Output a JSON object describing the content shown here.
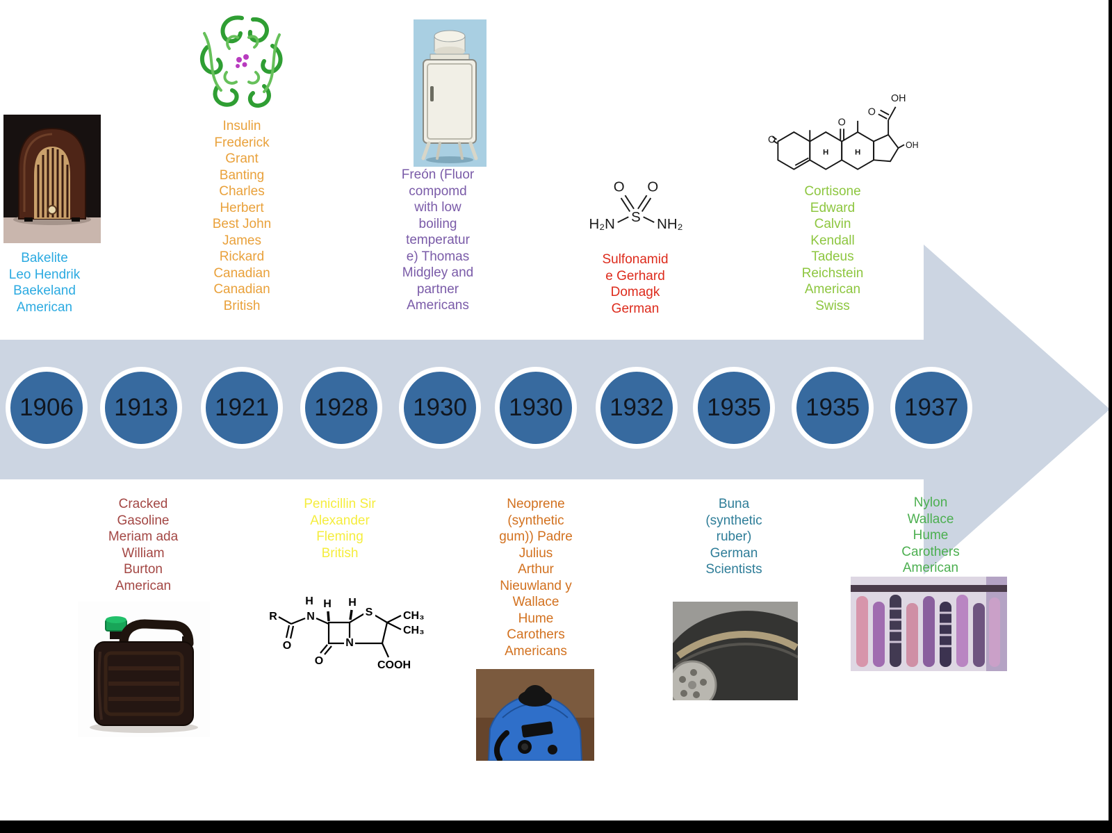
{
  "palette": {
    "arrow": "#ccd5e2",
    "circle": "#376a9f",
    "bakelite": "#2baae1",
    "insulin": "#e9a13b",
    "freon": "#7a5ba8",
    "sulfonamide": "#dd2b1c",
    "cortisone": "#8dc63f",
    "gasoline": "#a34744",
    "penicillin": "#f5ed3e",
    "neoprene": "#d2711f",
    "buna": "#2e7d98",
    "nylon": "#4caf50"
  },
  "timeline": {
    "years": [
      "1906",
      "1913",
      "1921",
      "1928",
      "1930",
      "1930",
      "1932",
      "1935",
      "1935",
      "1937"
    ]
  },
  "entries": {
    "bakelite": {
      "text": "Bakelite\nLeo Hendrik\nBaekeland\nAmerican",
      "color": "#2baae1",
      "image": "vintage-radio-photo"
    },
    "insulin": {
      "text": "Insulin\nFrederick\nGrant\nBanting\nCharles\nHerbert\nBest John\nJames\nRickard\nCanadian\nCanadian\nBritish",
      "color": "#e9a13b",
      "image": "insulin-protein-image"
    },
    "freon": {
      "text": "Freón (Fluor\ncompomd\nwith low\nboiling\ntemperatur\ne) Thomas\nMidgley and\npartner\nAmericans",
      "color": "#7a5ba8",
      "image": "refrigerator-photo"
    },
    "sulfonamide": {
      "text": "Sulfonamid\ne Gerhard\nDomagk\nGerman",
      "color": "#dd2b1c",
      "image": "sulfonamide-structure"
    },
    "cortisone": {
      "text": "Cortisone\nEdward\nCalvin\nKendall\nTadeus\nReichstein\nAmerican\nSwiss",
      "color": "#8dc63f",
      "image": "cortisone-structure"
    },
    "gasoline": {
      "text": "Cracked\nGasoline\nMeriam ada\nWilliam\nBurton\nAmerican",
      "color": "#a34744",
      "image": "jerrycan-photo"
    },
    "penicillin": {
      "text": "Penicillin Sir\nAlexander\nFleming\nBritish",
      "color": "#f5ed3e",
      "image": "penicillin-structure"
    },
    "neoprene": {
      "text": "Neoprene\n(synthetic\ngum)) Padre\nJulius\nArthur\nNieuwland y\nWallace\nHume\nCarothers\nAmericans",
      "color": "#d2711f",
      "image": "wetsuit-photo"
    },
    "buna": {
      "text": "Buna\n(synthetic\nruber)\nGerman\nScientists",
      "color": "#2e7d98",
      "image": "tire-photo"
    },
    "nylon": {
      "text": "Nylon\nWallace\nHume\nCarothers\nAmerican",
      "color": "#4caf50",
      "image": "stockings-photo"
    }
  },
  "structures": {
    "sulfonamide": {
      "o_left": "O",
      "o_right": "O",
      "s": "S",
      "h2n": "H₂N",
      "nh2": "NH₂"
    },
    "cortisone": {
      "o3": "O",
      "o11": "O",
      "o20": "O",
      "oh_top": "OH",
      "oh_side": "OH",
      "h1": "H",
      "h2": "H"
    },
    "penicillin": {
      "r": "R",
      "o_amide": "O",
      "n_amide": "N",
      "h_amide": "H",
      "h1": "H",
      "h2": "H",
      "s": "S",
      "ch3_top": "CH₃",
      "ch3_bottom": "CH₃",
      "n_ring": "N",
      "o_lactam": "O",
      "cooh": "COOH"
    }
  }
}
